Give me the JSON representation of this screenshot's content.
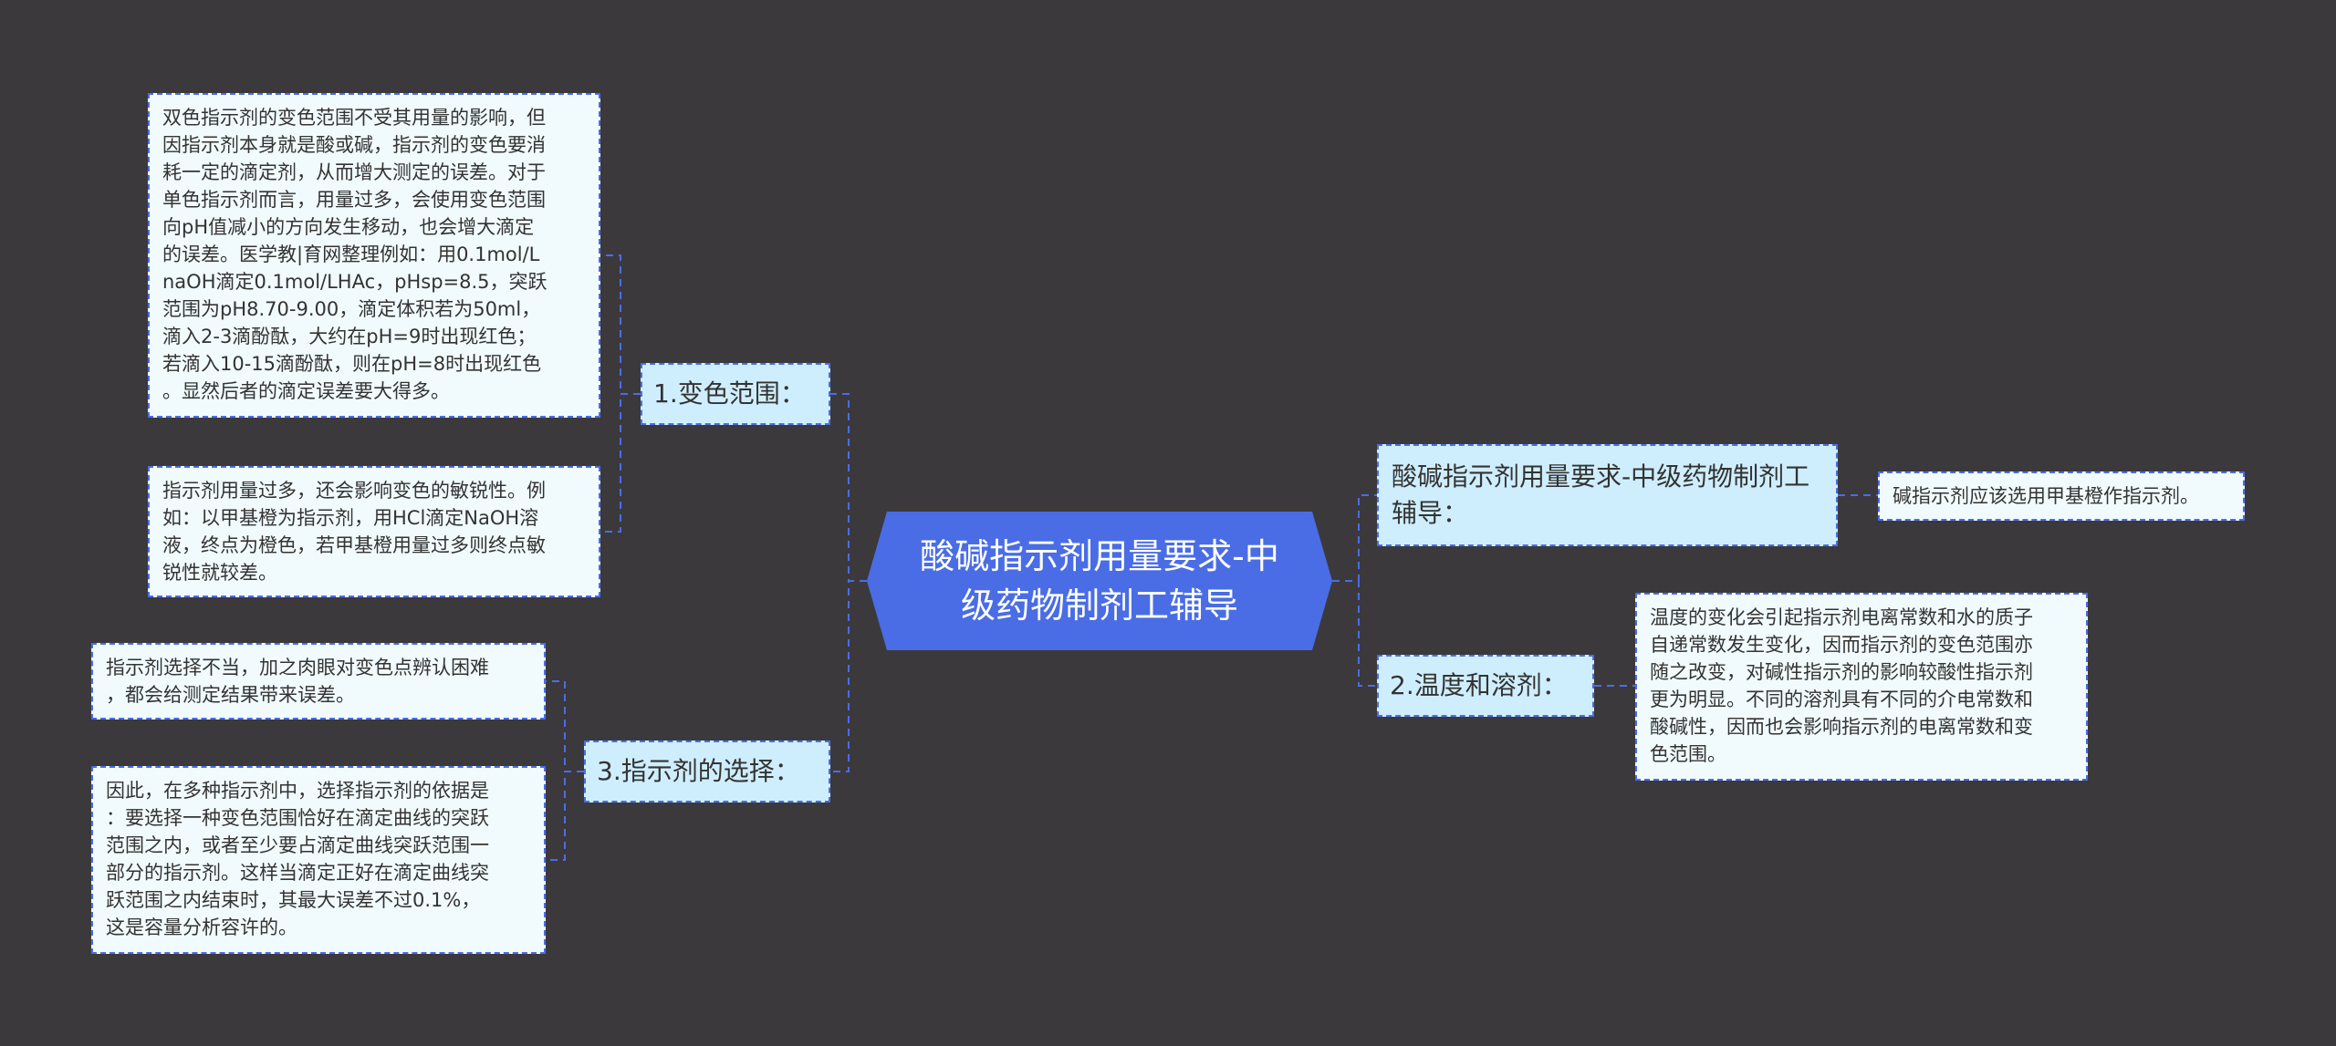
{
  "central": {
    "title": "酸碱指示剂用量要求-中级药物制剂工辅导"
  },
  "branches": {
    "b1": {
      "label": "1.变色范围："
    },
    "b2": {
      "label": "2.温度和溶剂："
    },
    "b3": {
      "label": "3.指示剂的选择："
    },
    "b4": {
      "label": "酸碱指示剂用量要求-中级药物制剂工辅导："
    }
  },
  "leaves": {
    "l1": {
      "text": "双色指示剂的变色范围不受其用量的影响，但\n因指示剂本身就是酸或碱，指示剂的变色要消\n耗一定的滴定剂，从而增大测定的误差。对于\n单色指示剂而言，用量过多，会使用变色范围\n向pH值减小的方向发生移动，也会增大滴定\n的误差。医学教|育网整理例如：用0.1mol/L\nnaOH滴定0.1mol/LHAc，pHsp=8.5，突跃\n范围为pH8.70-9.00，滴定体积若为50ml，\n滴入2-3滴酚酞，大约在pH=9时出现红色；\n若滴入10-15滴酚酞，则在pH=8时出现红色\n。显然后者的滴定误差要大得多。"
    },
    "l2": {
      "text": "指示剂用量过多，还会影响变色的敏锐性。例\n如：以甲基橙为指示剂，用HCl滴定NaOH溶\n液，终点为橙色，若甲基橙用量过多则终点敏\n锐性就较差。"
    },
    "l3": {
      "text": "指示剂选择不当，加之肉眼对变色点辨认困难\n，都会给测定结果带来误差。"
    },
    "l4": {
      "text": "因此，在多种指示剂中，选择指示剂的依据是\n：要选择一种变色范围恰好在滴定曲线的突跃\n范围之内，或者至少要占滴定曲线突跃范围一\n部分的指示剂。这样当滴定正好在滴定曲线突\n跃范围之内结束时，其最大误差不过0.1%，\n这是容量分析容许的。"
    },
    "l5": {
      "text": "碱指示剂应该选用甲基橙作指示剂。"
    },
    "l6": {
      "text": "温度的变化会引起指示剂电离常数和水的质子\n自递常数发生变化，因而指示剂的变色范围亦\n随之改变，对碱性指示剂的影响较酸性指示剂\n更为明显。不同的溶剂具有不同的介电常数和\n酸碱性，因而也会影响指示剂的电离常数和变\n色范围。"
    }
  },
  "colors": {
    "background": "#3b393c",
    "central": "#4a6de5",
    "branch": "#cfeefd",
    "leaf": "#f1fbfe",
    "link": "#4a6de5"
  }
}
